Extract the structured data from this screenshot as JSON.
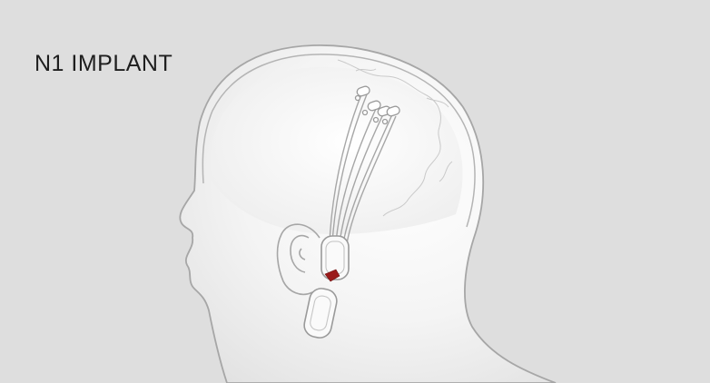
{
  "title": "N1 IMPLANT",
  "colors": {
    "background": "#dedede",
    "head_fill": "#f3f3f3",
    "outline": "#a6a6a6",
    "brain_texture": "#c9c9c9",
    "chip_accent": "#9a1a1a",
    "title_text": "#1e1e1e"
  },
  "illustration": {
    "subject": "head-profile",
    "parts": [
      "head-silhouette",
      "skull-outline",
      "brain-texture",
      "ear",
      "electrode-threads",
      "electrode-tips",
      "implant-device",
      "implant-chip",
      "inductive-charger"
    ]
  }
}
